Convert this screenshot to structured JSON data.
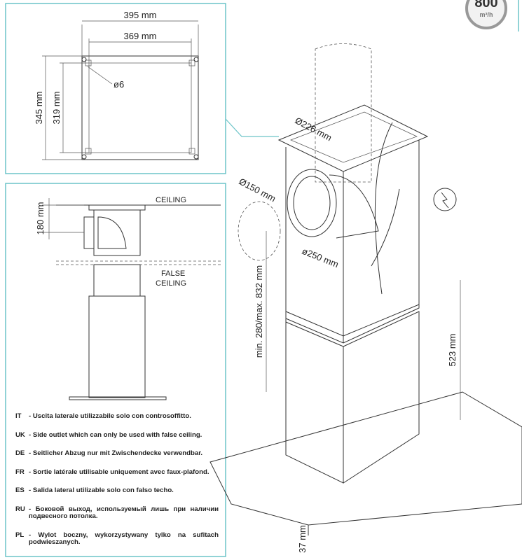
{
  "badge": {
    "value": "800",
    "unit": "m³/h"
  },
  "top_detail": {
    "width_outer": "395 mm",
    "width_inner": "369 mm",
    "height_outer": "345 mm",
    "height_inner": "319 mm",
    "hole": "ø6"
  },
  "side_detail": {
    "ceiling": "CEILING",
    "false_ceiling_1": "FALSE",
    "false_ceiling_2": "CEILING",
    "height": "180 mm"
  },
  "main": {
    "duct_top": "Ø226 mm",
    "duct_side": "Ø150 mm",
    "outlet": "ø250 mm",
    "height_range": "min. 280/max. 832 mm",
    "hood_height": "523 mm",
    "thickness": "37 mm"
  },
  "notes": [
    {
      "code": "IT",
      "text": "- Uscita laterale utilizzabile solo con controsoffitto."
    },
    {
      "code": "UK",
      "text": "- Side outlet which can only be used with false ceiling."
    },
    {
      "code": "DE",
      "text": "- Seitlicher Abzug nur mit Zwischendecke verwendbar."
    },
    {
      "code": "FR",
      "text": "- Sortie latérale utilisable uniquement avec faux-plafond."
    },
    {
      "code": "ES",
      "text": "- Salida lateral utilizable solo con falso techo."
    },
    {
      "code": "RU",
      "text": "- Боковой выход, используемый лишь при наличии подвесного потолка."
    },
    {
      "code": "PL",
      "text": "- Wylot boczny, wykorzystywany tylko na sufitach podwieszanych."
    }
  ],
  "colors": {
    "frame": "#6cc4c8"
  }
}
